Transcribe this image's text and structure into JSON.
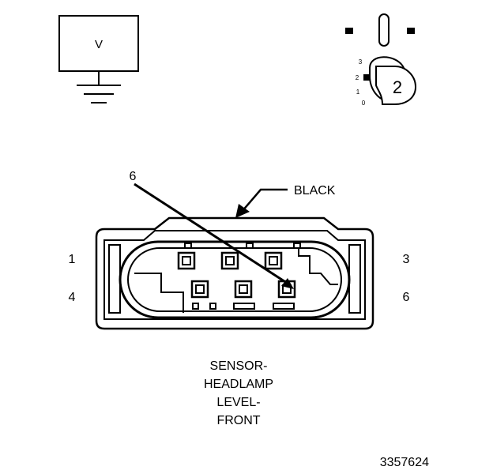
{
  "voltmeter": {
    "label": "V"
  },
  "key_position": {
    "labels": [
      "3",
      "2",
      "1",
      "0"
    ],
    "selected": "2"
  },
  "pin_callout": "6",
  "color_callout": "BLACK",
  "pin_numbers": {
    "top_left": "1",
    "bottom_left": "4",
    "top_right": "3",
    "bottom_right": "6"
  },
  "caption_lines": [
    "SENSOR-",
    "HEADLAMP",
    "LEVEL-",
    "FRONT"
  ],
  "figure_id": "3357624",
  "colors": {
    "line": "#000000",
    "background": "#ffffff"
  }
}
